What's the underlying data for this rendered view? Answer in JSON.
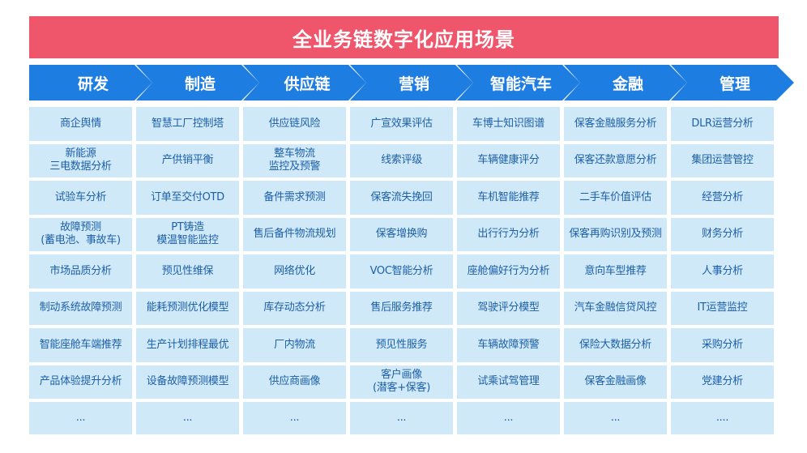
{
  "title": "全业务链数字化应用场景",
  "columns": [
    {
      "header": "研发",
      "items": [
        "商企舆情",
        "新能源\n三电数据分析",
        "试验车分析",
        "故障预测\n(蓄电池、事故车)",
        "市场品质分析",
        "制动系统故障预测",
        "智能座舱车端推荐",
        "产品体验提升分析",
        "..."
      ]
    },
    {
      "header": "制造",
      "items": [
        "智慧工厂控制塔",
        "产供销平衡",
        "订单至交付OTD",
        "PT铸造\n模温智能监控",
        "预见性维保",
        "能耗预测优化模型",
        "生产计划排程最优",
        "设备故障预测模型",
        "..."
      ]
    },
    {
      "header": "供应链",
      "items": [
        "供应链风险",
        "整车物流\n监控及预警",
        "备件需求预测",
        "售后备件物流规划",
        "网络优化",
        "库存动态分析",
        "厂内物流",
        "供应商画像",
        "..."
      ]
    },
    {
      "header": "营销",
      "items": [
        "广宣效果评估",
        "线索评级",
        "保客流失挽回",
        "保客增换购",
        "VOC智能分析",
        "售后服务推荐",
        "预见性服务",
        "客户画像\n(潜客+保客)",
        "..."
      ]
    },
    {
      "header": "智能汽车",
      "items": [
        "车博士知识图谱",
        "车辆健康评分",
        "车机智能推荐",
        "出行行为分析",
        "座舱偏好行为分析",
        "驾驶评分模型",
        "车辆故障预警",
        "试乘试驾管理",
        "..."
      ]
    },
    {
      "header": "金融",
      "items": [
        "保客金融服务分析",
        "保客还款意愿分析",
        "二手车价值评估",
        "保客再购识别及预测",
        "意向车型推荐",
        "汽车金融信贷风控",
        "保险大数据分析",
        "保客金融画像",
        "..."
      ]
    },
    {
      "header": "管理",
      "items": [
        "DLR运营分析",
        "集团运营管控",
        "经营分析",
        "财务分析",
        "人事分析",
        "IT运营监控",
        "采购分析",
        "党建分析",
        "...."
      ]
    }
  ]
}
